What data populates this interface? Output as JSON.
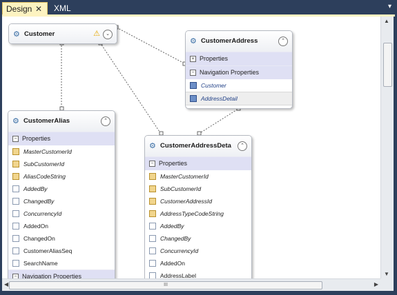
{
  "tabs": {
    "design": "Design",
    "xml": "XML",
    "close_glyph": "✕",
    "menu_glyph": "▾"
  },
  "scroll": {
    "up": "▲",
    "down": "▼",
    "left": "◀",
    "right": "▶",
    "grip": "III"
  },
  "entities": {
    "customer": {
      "name": "Customer"
    },
    "customer_address": {
      "name": "CustomerAddress",
      "sections": {
        "properties": "Properties",
        "navigation": "Navigation Properties"
      },
      "nav": [
        "Customer",
        "AddressDetail"
      ]
    },
    "customer_alias": {
      "name": "CustomerAlias",
      "sections": {
        "properties": "Properties",
        "navigation": "Navigation Properties"
      },
      "props": [
        "MasterCustomerId",
        "SubCustomerId",
        "AliasCodeString",
        "AddedBy",
        "ChangedBy",
        "ConcurrencyId",
        "AddedOn",
        "ChangedOn",
        "CustomerAliasSeq",
        "SearchName"
      ]
    },
    "customer_address_detail": {
      "name": "CustomerAddressDeta",
      "sections": {
        "properties": "Properties"
      },
      "props": [
        "MasterCustomerId",
        "SubCustomerId",
        "CustomerAddressId",
        "AddressTypeCodeString",
        "AddedBy",
        "ChangedBy",
        "ConcurrencyId",
        "AddedOn",
        "AddressLabel"
      ]
    }
  },
  "icons": {
    "entity": "entity-icon",
    "warning": "warning-icon",
    "collapse": "collapse-icon"
  }
}
